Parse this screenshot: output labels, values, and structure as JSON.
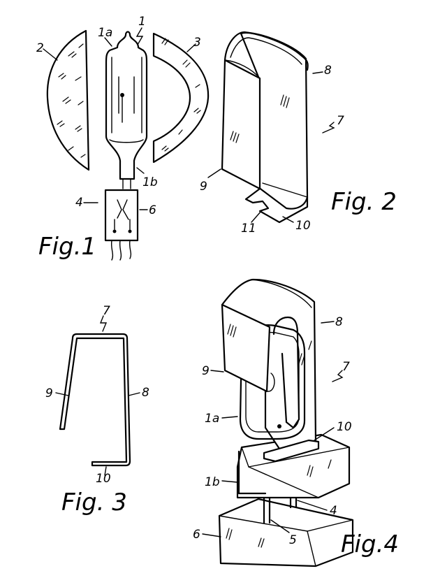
{
  "figures": {
    "fig1": {
      "caption": "Fig.1",
      "labels": {
        "lamp": "1",
        "lamp_top": "1a",
        "lamp_base": "1b",
        "left_reflector": "2",
        "right_reflector": "3",
        "socket_contacts": "4",
        "socket": "6"
      }
    },
    "fig2": {
      "caption": "Fig. 2",
      "labels": {
        "clip": "7",
        "back_wall": "8",
        "front_wall": "9",
        "bottom_tab": "10",
        "notch": "11"
      }
    },
    "fig3": {
      "caption": "Fig. 3",
      "labels": {
        "clip": "7",
        "front_wall": "9",
        "back_wall": "8",
        "bottom_tab": "10"
      }
    },
    "fig4": {
      "caption": "Fig.4",
      "labels": {
        "back_wall": "8",
        "clip": "7",
        "front_wall": "9",
        "lamp_top": "1a",
        "bottom_tab": "10",
        "lamp_base": "1b",
        "contacts": "4",
        "pins": "5",
        "socket": "6"
      }
    }
  }
}
